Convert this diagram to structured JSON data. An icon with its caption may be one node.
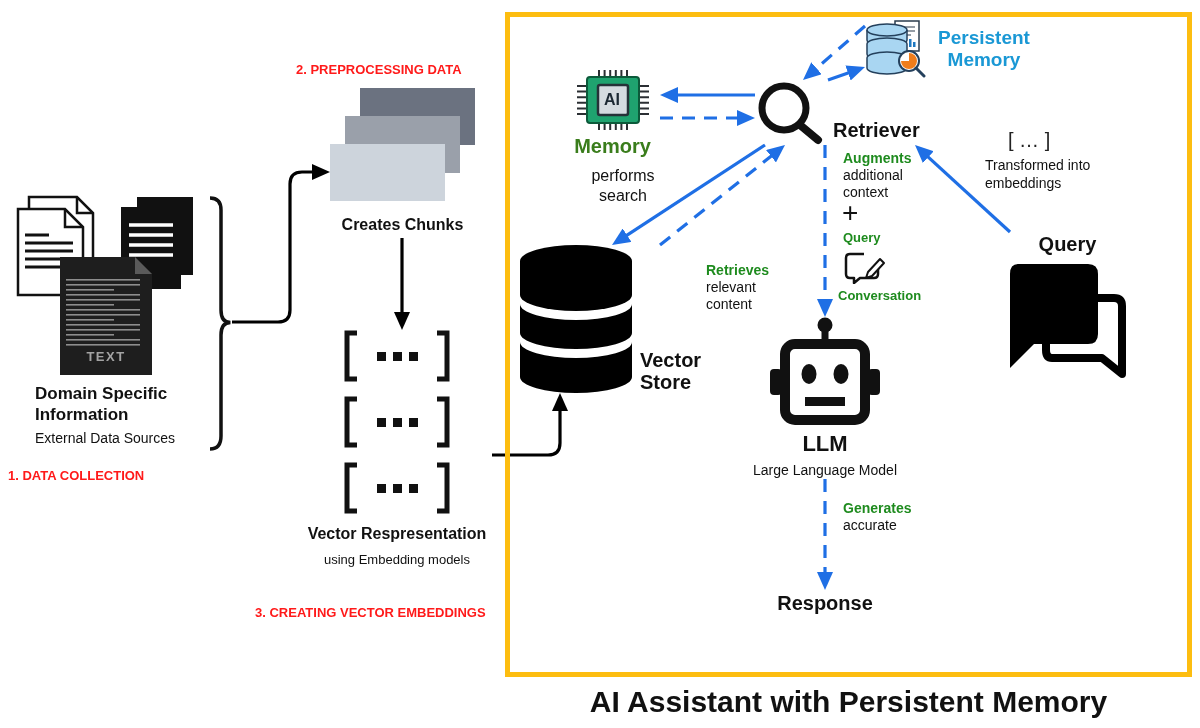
{
  "diagram": {
    "nodes": [
      {
        "text": [
          "Domain Specific Information",
          "External Data Sources"
        ]
      },
      {
        "text": [
          "Creates Chunks"
        ]
      },
      {
        "text": [
          "Vector Respresentation",
          "using Embedding models"
        ]
      },
      {
        "text": [
          "AI Assistant with Persistent Memory"
        ]
      },
      {
        "text": [
          "Memory"
        ],
        "in": 3
      },
      {
        "text": [
          "Retriever"
        ],
        "in": 3
      },
      {
        "text": [
          "Persistent Memory"
        ],
        "in": 3
      },
      {
        "text": [
          "Vector Store"
        ],
        "in": 3
      },
      {
        "text": [
          "LLM",
          "Large Language Model"
        ],
        "in": 3
      },
      {
        "text": [
          "Response"
        ],
        "in": 3
      },
      {
        "text": [
          "Query"
        ],
        "in": 3
      }
    ],
    "edges": [
      {
        "from": 0,
        "to": 1,
        "arrow": "to",
        "color": "#000000"
      },
      {
        "from": 1,
        "to": 2,
        "arrow": "to",
        "color": "#000000"
      },
      {
        "from": 2,
        "to": 7,
        "arrow": "to",
        "color": "#000000"
      },
      {
        "from": 5,
        "to": 4,
        "arrow": "to"
      },
      {
        "from": 4,
        "to": 5,
        "arrow": "to",
        "style": "dashed"
      },
      {
        "from": 5,
        "to": 6,
        "arrow": "to"
      },
      {
        "from": 6,
        "to": 5,
        "arrow": "to",
        "style": "dashed"
      },
      {
        "from": 5,
        "to": 7,
        "arrow": "to",
        "label": "performs search"
      },
      {
        "from": 7,
        "to": 5,
        "arrow": "to",
        "style": "dashed",
        "label": "**Retrieves** relevant content"
      },
      {
        "from": 5,
        "to": 8,
        "arrow": "to",
        "style": "dashed",
        "label": "**Augments** additional context"
      },
      {
        "from": 8,
        "to": 9,
        "arrow": "to",
        "style": "dashed",
        "label": "**Generates** accurate"
      },
      {
        "from": 10,
        "to": 5,
        "arrow": "to",
        "label": "Transformed into embeddings"
      }
    ],
    "labels": [
      "2. PREPROCESSING DATA",
      "AI",
      "[ … ]",
      "+",
      "Query",
      "Conversation",
      "TEXT",
      "1. DATA COLLECTION",
      "3. CREATING VECTOR EMBEDDINGS"
    ]
  }
}
